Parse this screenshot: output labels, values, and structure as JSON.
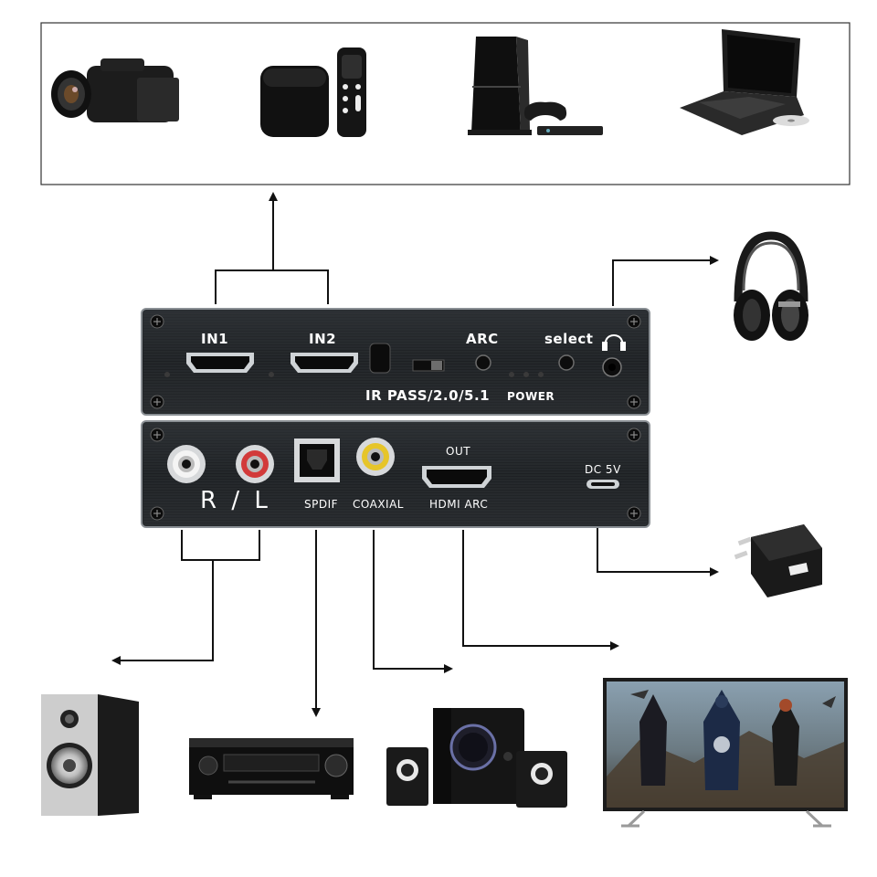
{
  "front_panel": {
    "in1": "IN1",
    "in2": "IN2",
    "arc": "ARC",
    "select": "select",
    "ir_pass": "IR PASS/2.0/5.1",
    "power": "POWER"
  },
  "back_panel": {
    "rl": "R / L",
    "spdif": "SPDIF",
    "coaxial": "COAXIAL",
    "out": "OUT",
    "hdmi_arc": "HDMI ARC",
    "dc5v": "DC 5V"
  },
  "icons": {
    "sources": [
      "camcorder-icon",
      "media-box-icon",
      "remote-icon",
      "game-console-icon",
      "laptop-icon"
    ],
    "outputs": [
      "headphones-icon",
      "power-adapter-icon",
      "bookshelf-speaker-icon",
      "av-receiver-icon",
      "speaker-system-icon",
      "television-icon"
    ]
  }
}
